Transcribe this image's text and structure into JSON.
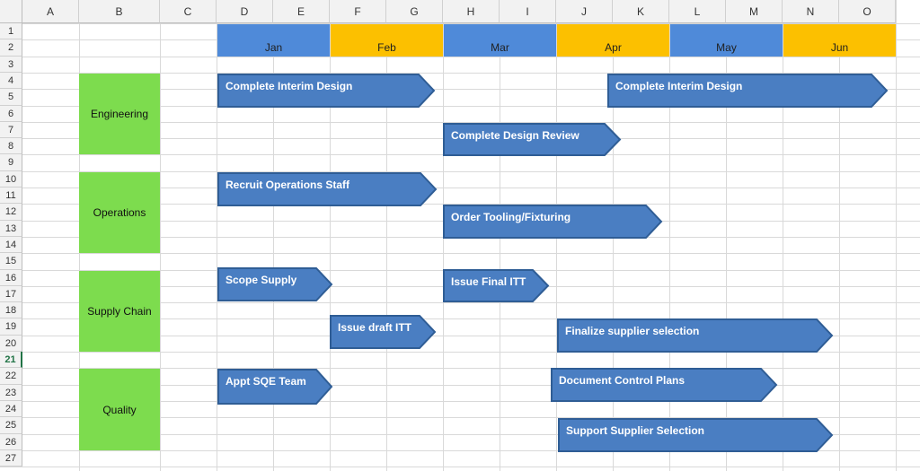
{
  "spreadsheet": {
    "columns": [
      "A",
      "B",
      "C",
      "D",
      "E",
      "F",
      "G",
      "H",
      "I",
      "J",
      "K",
      "L",
      "M",
      "N",
      "O"
    ],
    "rows": [
      "1",
      "2",
      "3",
      "4",
      "5",
      "6",
      "7",
      "8",
      "9",
      "10",
      "11",
      "12",
      "13",
      "14",
      "15",
      "16",
      "17",
      "18",
      "19",
      "20",
      "21",
      "22",
      "23",
      "24",
      "25",
      "26",
      "27"
    ],
    "active_row": "21"
  },
  "timeline": {
    "months": [
      {
        "label": "Jan",
        "color": "#4f8ad9"
      },
      {
        "label": "Feb",
        "color": "#fcc000"
      },
      {
        "label": "Mar",
        "color": "#4f8ad9"
      },
      {
        "label": "Apr",
        "color": "#fcc000"
      },
      {
        "label": "May",
        "color": "#4f8ad9"
      },
      {
        "label": "Jun",
        "color": "#fcc000"
      }
    ]
  },
  "departments": [
    {
      "label": "Engineering"
    },
    {
      "label": "Operations"
    },
    {
      "label": "Supply Chain"
    },
    {
      "label": "Quality"
    }
  ],
  "tasks": [
    {
      "label": "Complete Interim Design"
    },
    {
      "label": "Complete Interim Design"
    },
    {
      "label": "Complete Design Review"
    },
    {
      "label": "Recruit Operations Staff"
    },
    {
      "label": "Order Tooling/Fixturing"
    },
    {
      "label": "Scope Supply"
    },
    {
      "label": "Issue Final ITT"
    },
    {
      "label": "Issue draft ITT"
    },
    {
      "label": "Finalize supplier selection"
    },
    {
      "label": "Appt SQE Team"
    },
    {
      "label": "Document Control Plans"
    },
    {
      "label": "Support Supplier Selection"
    }
  ],
  "colors": {
    "dept_fill": "#7ddc4e",
    "task_fill": "#4a7ec2",
    "task_border": "#2f5d95"
  }
}
